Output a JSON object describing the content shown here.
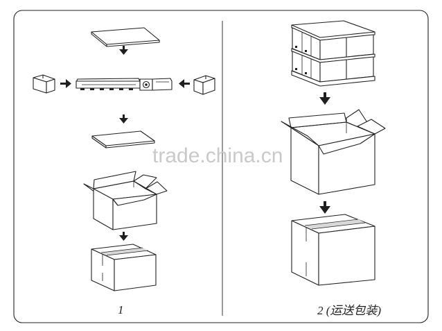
{
  "panels": [
    {
      "caption": "1"
    },
    {
      "caption": "2 (运送包装)"
    }
  ],
  "watermark": "trade.china.cn",
  "colors": {
    "line": "#1f1f1f",
    "stroke_light": "#444444",
    "shade": "#d8d8d8",
    "watermark": "#c9c9c9"
  }
}
